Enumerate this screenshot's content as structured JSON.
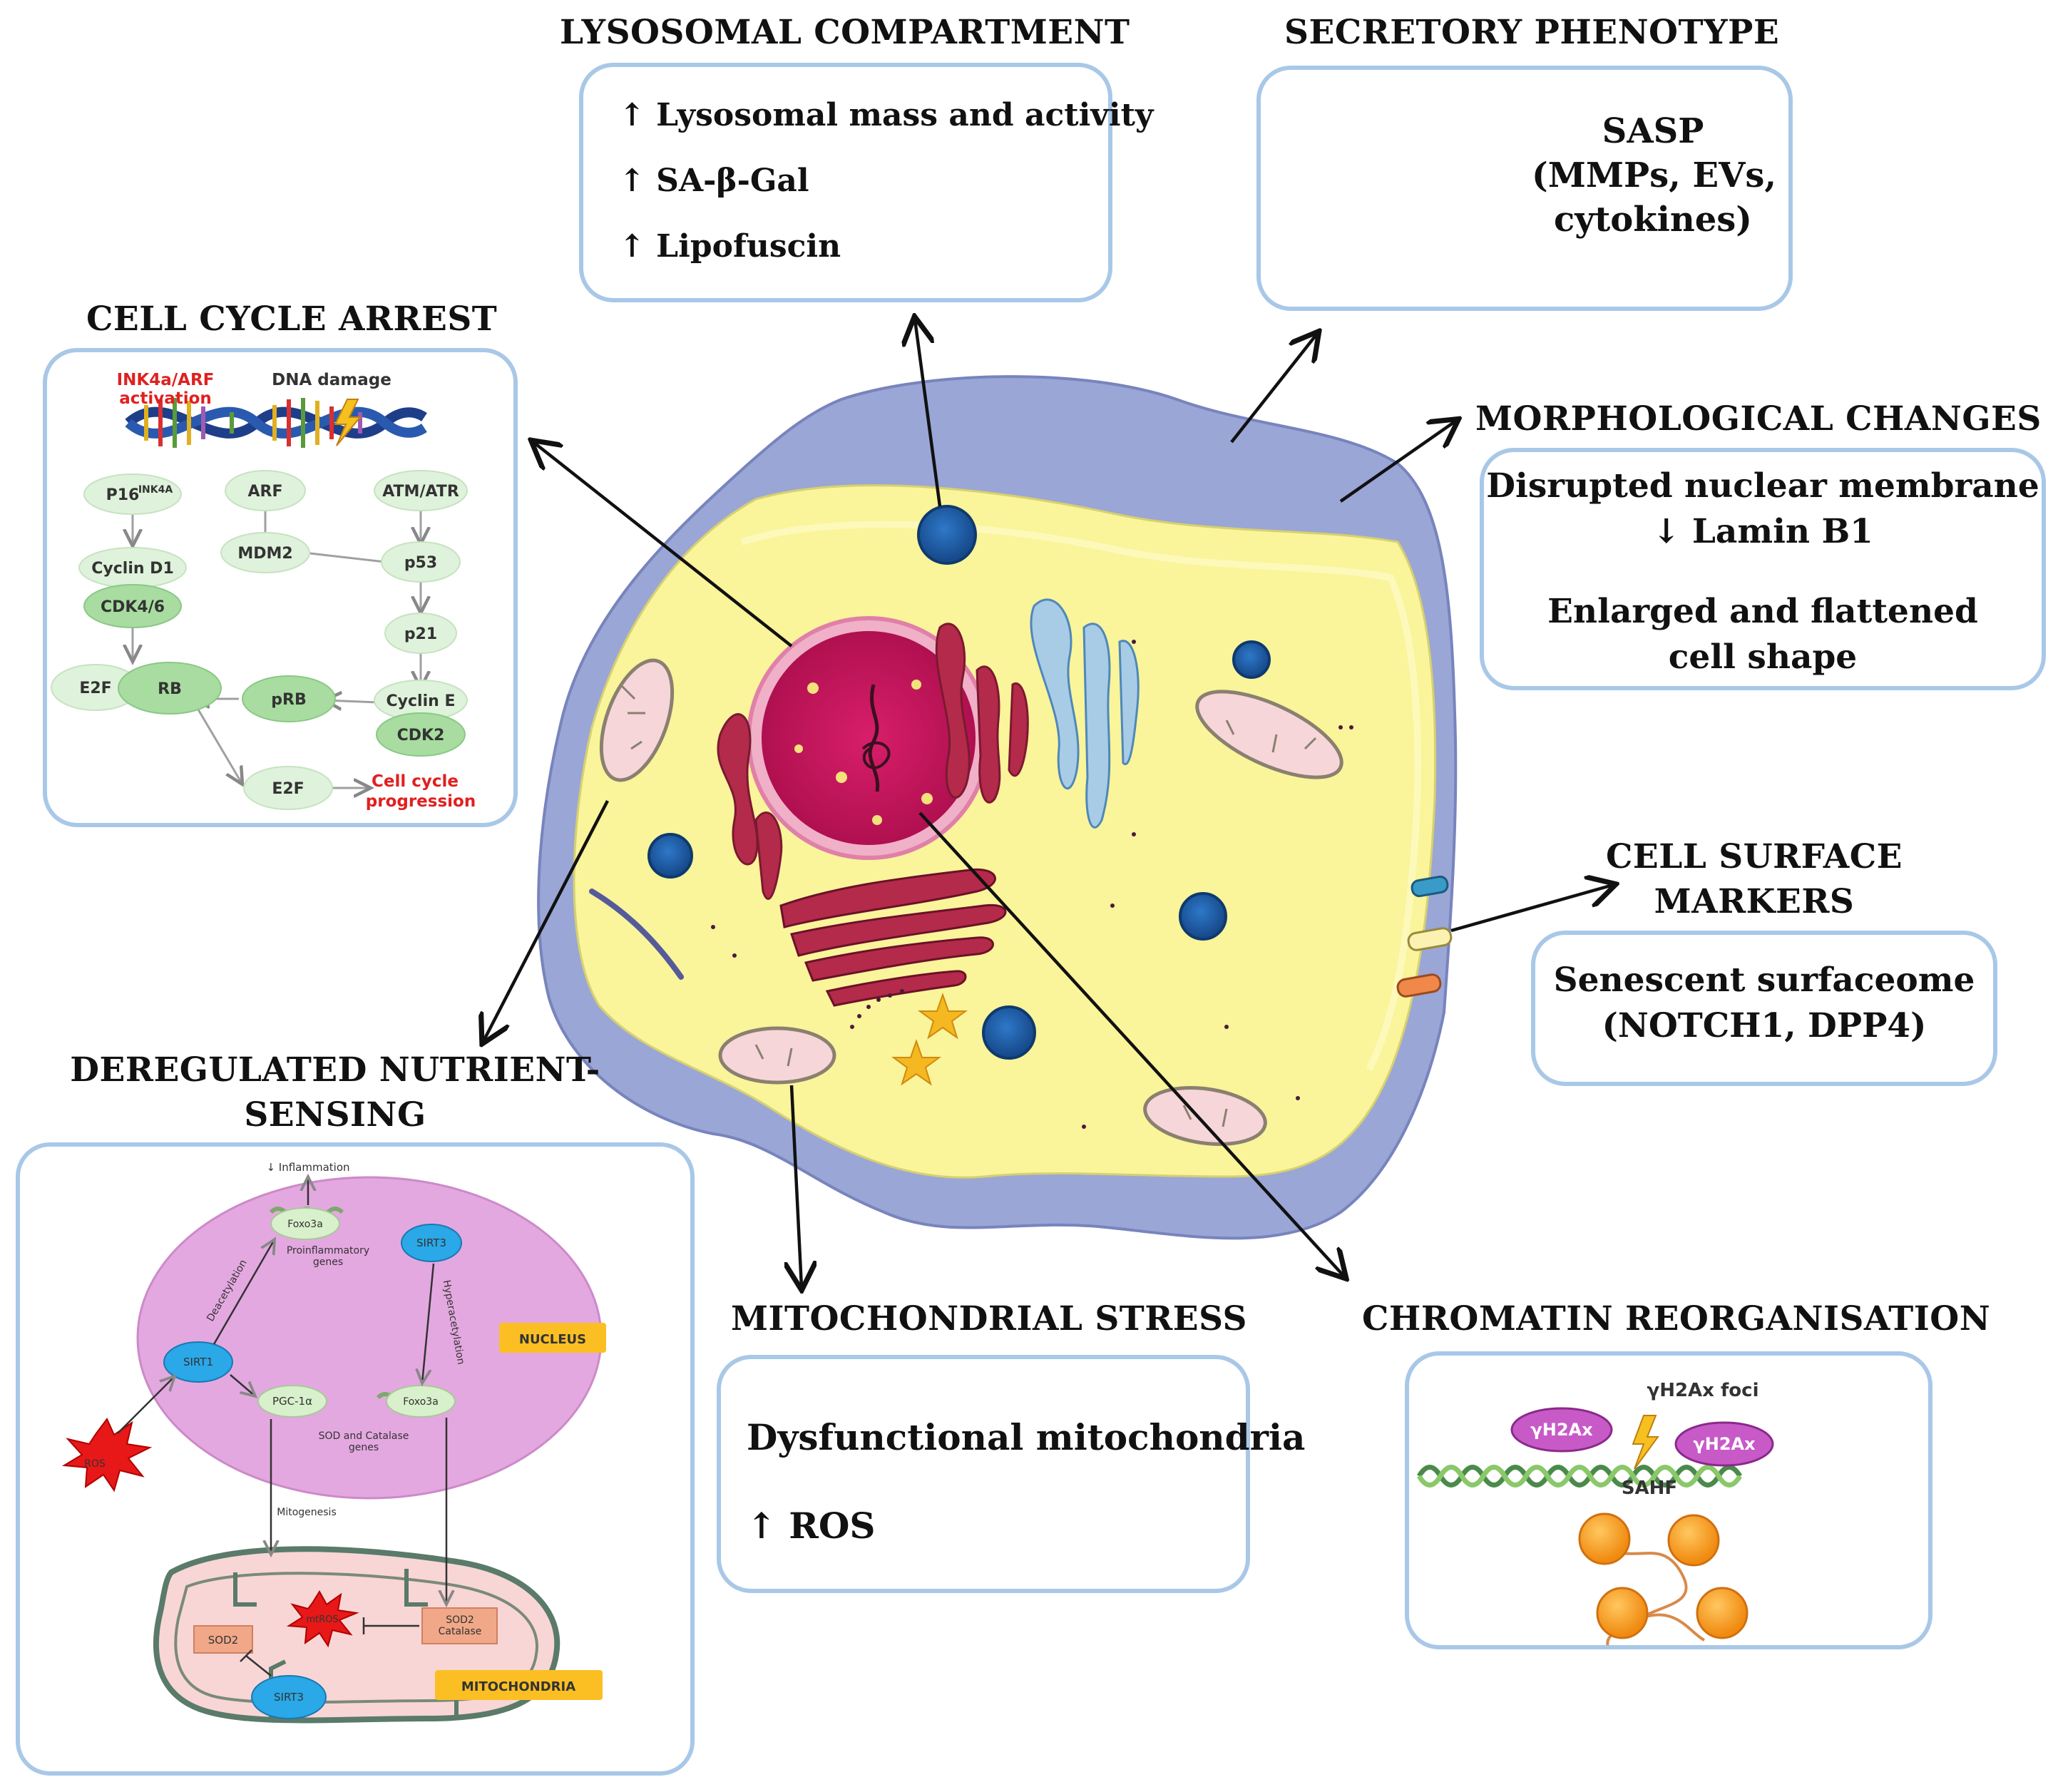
{
  "titles": {
    "lysosomal": "LYSOSOMAL COMPARTMENT",
    "secretory": "SECRETORY PHENOTYPE",
    "cell_cycle": "CELL CYCLE ARREST",
    "morphological": "MORPHOLOGICAL CHANGES",
    "surface_1": "CELL SURFACE",
    "surface_2": "MARKERS",
    "nutrient_1": "DEREGULATED NUTRIENT-",
    "nutrient_2": "SENSING",
    "mito": "MITOCHONDRIAL STRESS",
    "chromatin": "CHROMATIN REORGANISATION"
  },
  "lysosomal": {
    "line1": "↑ Lysosomal mass and activity",
    "line2": "↑ SA-β-Gal",
    "line3": "↑ Lipofuscin"
  },
  "secretory": {
    "line1": "SASP",
    "line2": "(MMPs, EVs,",
    "line3": "cytokines)"
  },
  "morphological": {
    "line1": "Disrupted nuclear membrane",
    "line2": "↓ Lamin B1",
    "line3": "Enlarged and flattened",
    "line4": "cell shape"
  },
  "surface": {
    "line1": "Senescent surfaceome",
    "line2": "(NOTCH1, DPP4)"
  },
  "mito": {
    "line1": "Dysfunctional mitochondria",
    "line2": "↑ ROS"
  },
  "cell_cycle": {
    "ink_1": "INK4a/ARF",
    "ink_2": "activation",
    "dna_damage": "DNA damage",
    "p16": "P16",
    "p16_sup": "INK4A",
    "arf": "ARF",
    "atm": "ATM/ATR",
    "mdm2": "MDM2",
    "cyclin_d1": "Cyclin D1",
    "p53": "p53",
    "cdk46": "CDK4/6",
    "p21": "p21",
    "e2f": "E2F",
    "rb": "RB",
    "prb": "pRB",
    "cyclin_e": "Cyclin E",
    "cdk2": "CDK2",
    "e2f2": "E2F",
    "progress_1": "Cell cycle",
    "progress_2": "progression"
  },
  "nutrient": {
    "inflammation": "↓ Inflammation",
    "foxo3a_1": "Foxo3a",
    "proinflam_1": "Proinflammatory",
    "proinflam_2": "genes",
    "deacetylation": "Deacetylation",
    "sirt3_top": "SIRT3",
    "hyperacetylation": "Hyperacetylation",
    "nucleus": "NUCLEUS",
    "sirt1": "SIRT1",
    "pgc": "PGC-1α",
    "foxo3a_2": "Foxo3a",
    "sod_genes_1": "SOD and Catalase",
    "sod_genes_2": "genes",
    "ros": "ROS",
    "mitogenesis": "Mitogenesis",
    "mtros": "mtROS",
    "sod2_left": "SOD2",
    "sod2_cat_1": "SOD2",
    "sod2_cat_2": "Catalase",
    "mitochondria": "MITOCHONDRIA",
    "sirt3_bottom": "SIRT3"
  },
  "chromatin": {
    "foci": "γH2Ax foci",
    "h2ax_1": "γH2Ax",
    "h2ax_2": "γH2Ax",
    "sahf": "SAHF"
  },
  "colors": {
    "box_border": "#a9c8e8",
    "cell_membrane": "#9aa6d6",
    "cytoplasm": "#faf49a",
    "nucleus": "#c8185f",
    "lysosome": "#1f5fa8",
    "highlight_red": "#e02020",
    "node_green": "#a8dca0"
  }
}
